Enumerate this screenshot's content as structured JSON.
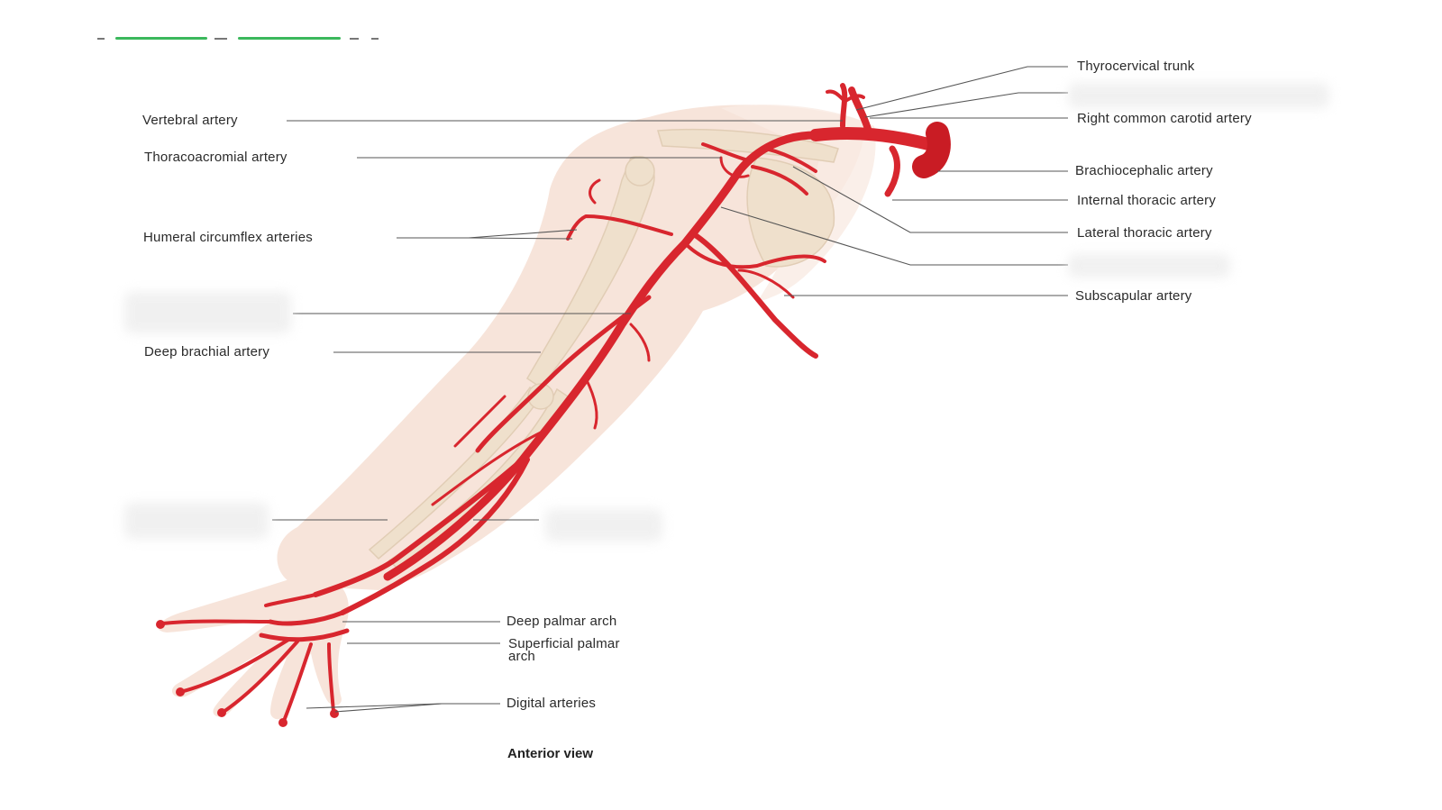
{
  "labels": {
    "thyrocervical_trunk": "Thyrocervical trunk",
    "vertebral_artery": "Vertebral artery",
    "right_common_carotid_artery": "Right common carotid artery",
    "thoracoacromial_artery": "Thoracoacromial artery",
    "brachiocephalic_artery": "Brachiocephalic artery",
    "internal_thoracic_artery": "Internal thoracic artery",
    "humeral_circumflex_arteries": "Humeral circumflex arteries",
    "lateral_thoracic_artery": "Lateral thoracic artery",
    "subscapular_artery": "Subscapular artery",
    "deep_brachial_artery": "Deep brachial artery",
    "deep_palmar_arch": "Deep palmar arch",
    "superficial_palmar_arch": "Superficial palmar arch",
    "digital_arteries": "Digital arteries"
  },
  "caption": "Anterior view",
  "colors": {
    "artery": "#d8262e",
    "artery_dark": "#b51820",
    "skin": "#f6e1d6",
    "bone": "#efe0cc",
    "leader_line": "#555555",
    "top_strip": "#3bb85c"
  }
}
